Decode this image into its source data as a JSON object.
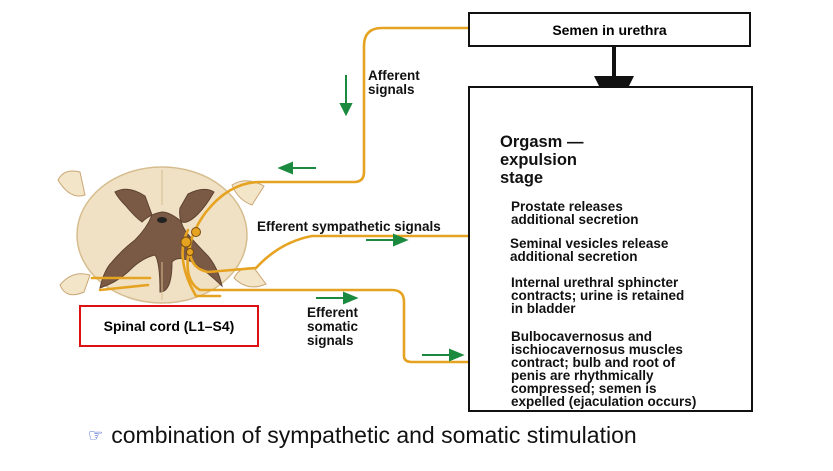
{
  "nodes": {
    "urethra_box": "Semen in urethra",
    "spinal_cord": "Spinal cord (L1–S4)",
    "orgasm_stage": [
      "Orgasm —",
      "expulsion",
      "stage"
    ]
  },
  "signals": {
    "afferent": [
      "Afferent",
      "signals"
    ],
    "efferent_sympathetic": "Efferent sympathetic signals",
    "efferent_somatic": [
      "Efferent",
      "somatic",
      "signals"
    ]
  },
  "responses": [
    [
      "Prostate releases",
      "additional secretion"
    ],
    [
      "Seminal vesicles release",
      "additional secretion"
    ],
    [
      "Internal urethral sphincter",
      "contracts; urine is retained",
      "in bladder"
    ],
    [
      "Bulbocavernosus and",
      "ischiocavernosus muscles",
      "contract; bulb and root of",
      "penis are rhythmically",
      "compressed; semen is",
      "expelled (ejaculation occurs)"
    ]
  ],
  "caption": {
    "icon": "pointing-hand-icon",
    "glyph": "☞",
    "text": "combination of sympathetic and somatic stimulation"
  },
  "colors": {
    "nerve": "#e6a321",
    "arrow": "#1b8a3e",
    "cord_white_matter": "#f0e1c4",
    "cord_gray_matter": "#7a5a45",
    "cord_box_border": "#dd1111",
    "penis": "#d9534f"
  }
}
